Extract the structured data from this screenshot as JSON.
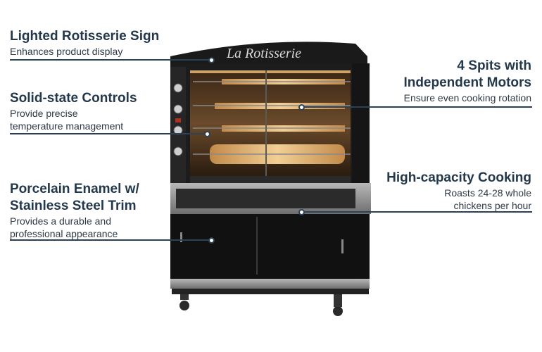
{
  "sign_text": "La Rotisserie",
  "callouts": {
    "sign": {
      "title": "Lighted Rotisserie Sign",
      "desc": [
        "Enhances product display"
      ]
    },
    "controls": {
      "title": "Solid-state Controls",
      "desc": [
        "Provide precise",
        "temperature management"
      ]
    },
    "enamel": {
      "title": [
        "Porcelain Enamel w/",
        "Stainless Steel Trim"
      ],
      "desc": [
        "Provides a durable and",
        "professional appearance"
      ]
    },
    "spits": {
      "title": [
        "4 Spits with",
        "Independent Motors"
      ],
      "desc": [
        "Ensure even cooking rotation"
      ]
    },
    "capacity": {
      "title": "High-capacity Cooking",
      "desc": [
        "Roasts 24-28 whole",
        "chickens per hour"
      ]
    }
  },
  "colors": {
    "accent": "#24384b",
    "cabinet": "#1c1c1c",
    "steel": "#8f8f8f",
    "glow": "#e8b870"
  }
}
